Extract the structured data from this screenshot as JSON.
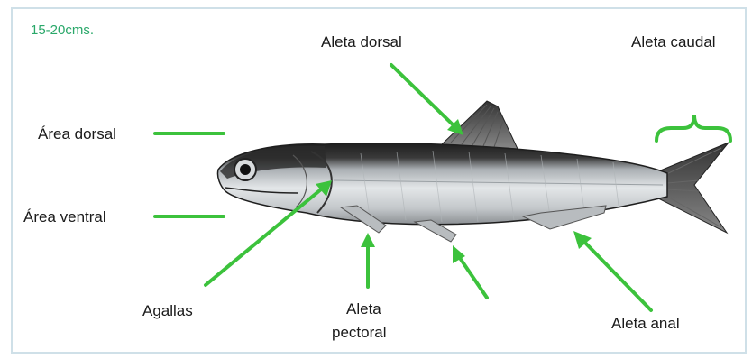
{
  "size_note": "15-20cms.",
  "labels": {
    "dorsal_fin": "Aleta dorsal",
    "caudal_fin": "Aleta caudal",
    "dorsal_area": "Área dorsal",
    "ventral_area": "Área ventral",
    "gills": "Agallas",
    "pectoral_fin_line1": "Aleta",
    "pectoral_fin_line2": "pectoral",
    "anal_fin": "Aleta anal"
  },
  "colors": {
    "pointer": "#3cc23c",
    "size_note": "#2aa86a",
    "fish_dark": "#1e1e1e",
    "fish_silver": "#c8cccf"
  }
}
